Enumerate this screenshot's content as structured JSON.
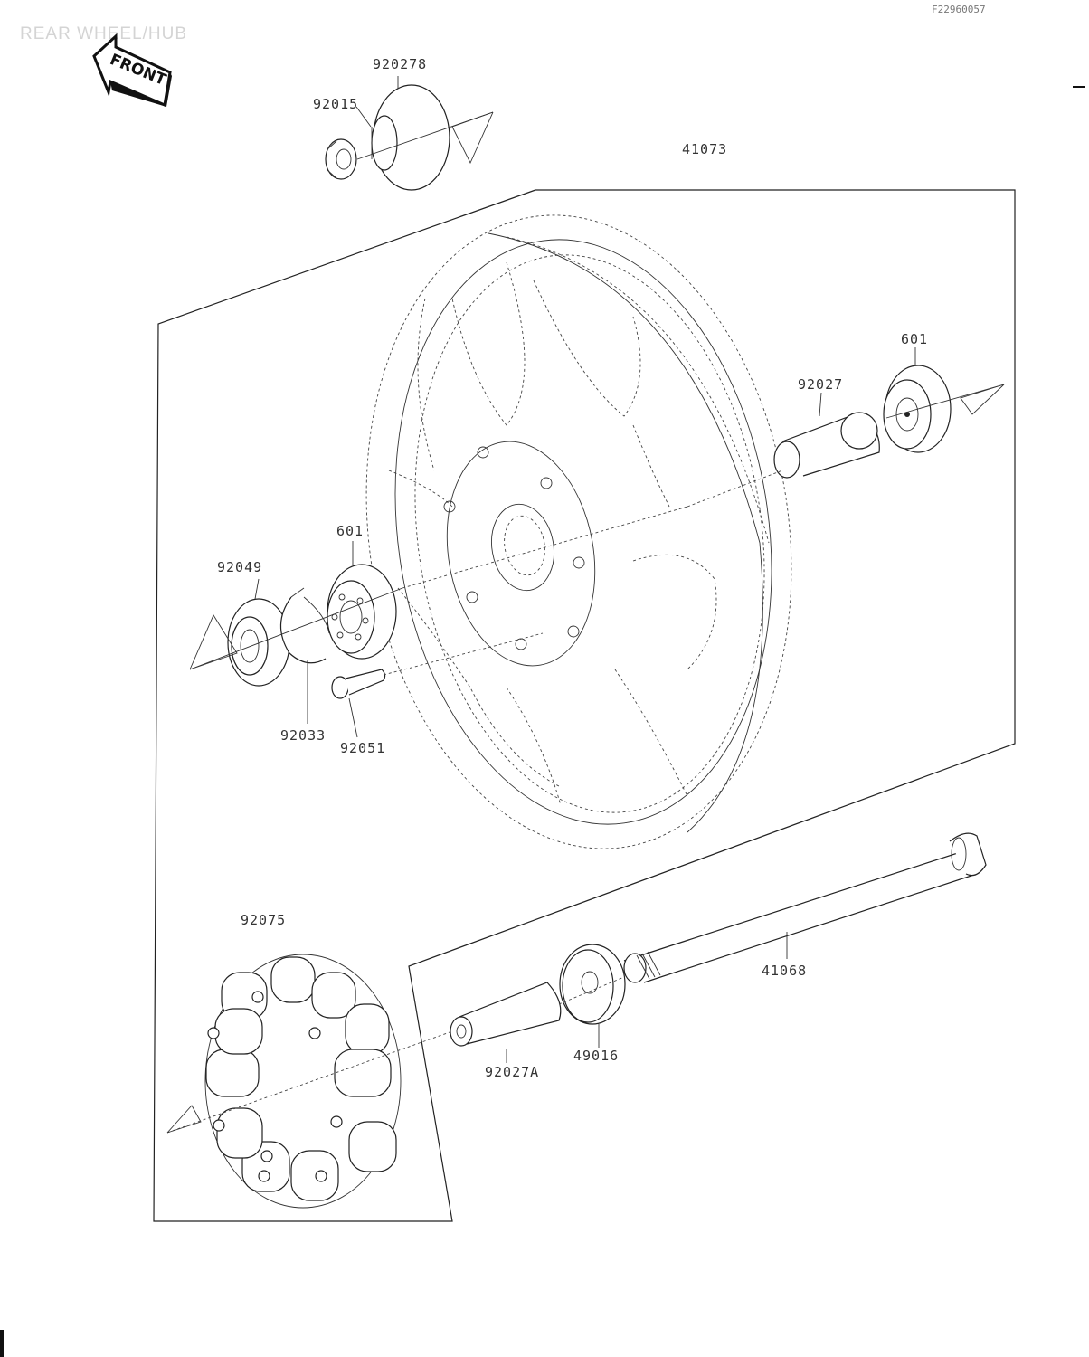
{
  "title": "REAR WHEEL/HUB",
  "ref_code": "F22960057",
  "front_label": "FRONT",
  "parts": {
    "p920278": "920278",
    "p92015": "92015",
    "p41073": "41073",
    "p601_right": "601",
    "p92027": "92027",
    "p601_left": "601",
    "p92049": "92049",
    "p92033": "92033",
    "p92051": "92051",
    "p92075": "92075",
    "p41068": "41068",
    "p92027A": "92027A",
    "p49016": "49016"
  }
}
